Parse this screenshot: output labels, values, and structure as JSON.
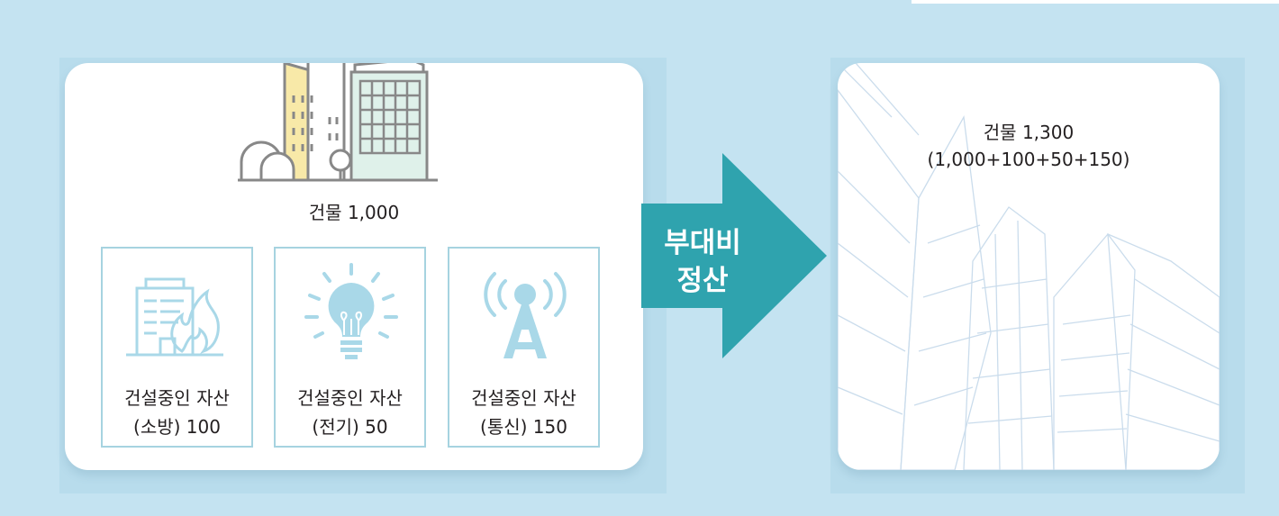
{
  "source": {
    "building_label": "건물 1,000",
    "assets": [
      {
        "line1": "건설중인 자산",
        "line2": "(소방) 100",
        "icon": "fire-building-icon"
      },
      {
        "line1": "건설중인 자산",
        "line2": "(전기) 50",
        "icon": "lightbulb-icon"
      },
      {
        "line1": "건설중인 자산",
        "line2": "(통신) 150",
        "icon": "antenna-icon"
      }
    ]
  },
  "arrow": {
    "line1": "부대비",
    "line2": "정산"
  },
  "result": {
    "line1": "건물 1,300",
    "line2": "(1,000+100+50+150)"
  },
  "colors": {
    "background": "#c4e3f1",
    "arrow": "#2fa3ae",
    "icon": "#a9d8e8",
    "box_border": "#a6d3e0"
  }
}
